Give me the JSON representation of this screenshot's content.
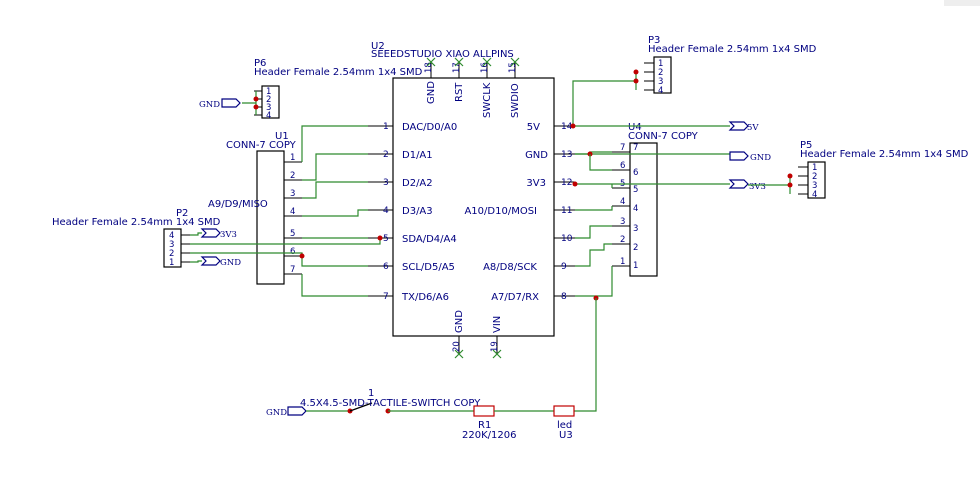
{
  "u2": {
    "ref": "U2",
    "name": "SEEEDSTUDIO XIAO ALLPINS",
    "left_pins": [
      {
        "num": "1",
        "label": "DAC/D0/A0"
      },
      {
        "num": "2",
        "label": "D1/A1"
      },
      {
        "num": "3",
        "label": "D2/A2"
      },
      {
        "num": "4",
        "label": "D3/A3"
      },
      {
        "num": "5",
        "label": "SDA/D4/A4"
      },
      {
        "num": "6",
        "label": "SCL/D5/A5"
      },
      {
        "num": "7",
        "label": "TX/D6/A6"
      }
    ],
    "right_pins": [
      {
        "num": "14",
        "label": "5V"
      },
      {
        "num": "13",
        "label": "GND"
      },
      {
        "num": "12",
        "label": "3V3"
      },
      {
        "num": "11",
        "label": "A10/D10/MOSI"
      },
      {
        "num": "10",
        "label": ""
      },
      {
        "num": "9",
        "label": "A8/D8/SCK"
      },
      {
        "num": "8",
        "label": "A7/D7/RX"
      }
    ],
    "top_pins": [
      {
        "num": "18",
        "label": "GND"
      },
      {
        "num": "17",
        "label": "RST"
      },
      {
        "num": "16",
        "label": "SWCLK"
      },
      {
        "num": "15",
        "label": "SWDIO"
      }
    ],
    "bottom_pins": [
      {
        "num": "20",
        "label": "GND"
      },
      {
        "num": "19",
        "label": "VIN"
      }
    ],
    "a9_label": "A9/D9/MISO"
  },
  "u1": {
    "ref": "U1",
    "name": "CONN-7 COPY",
    "pins": [
      "1",
      "2",
      "3",
      "4",
      "5",
      "6",
      "7"
    ]
  },
  "u4": {
    "ref": "U4",
    "name": "CONN-7 COPY",
    "pins": [
      "7",
      "6",
      "5",
      "4",
      "3",
      "2",
      "1"
    ]
  },
  "p6": {
    "ref": "P6",
    "name": "Header Female 2.54mm 1x4 SMD",
    "pins": [
      "1",
      "2",
      "3",
      "4"
    ]
  },
  "p3": {
    "ref": "P3",
    "name": "Header Female 2.54mm 1x4 SMD",
    "pins": [
      "1",
      "2",
      "3",
      "4"
    ]
  },
  "p5": {
    "ref": "P5",
    "name": "Header Female 2.54mm 1x4 SMD",
    "pins": [
      "1",
      "2",
      "3",
      "4"
    ]
  },
  "p2": {
    "ref": "P2",
    "name": "Header Female 2.54mm 1x4 SMD",
    "pins": [
      "4",
      "3",
      "2",
      "1"
    ]
  },
  "net_labels": {
    "gnd": "GND",
    "v5": "5V",
    "v3v3": "3V3"
  },
  "switch": {
    "ref": "1",
    "name": "4.5X4.5-SMD-TACTILE-SWITCH COPY"
  },
  "r1": {
    "ref": "R1",
    "value": "220K/1206"
  },
  "led": {
    "ref": "U3",
    "value": "led"
  }
}
